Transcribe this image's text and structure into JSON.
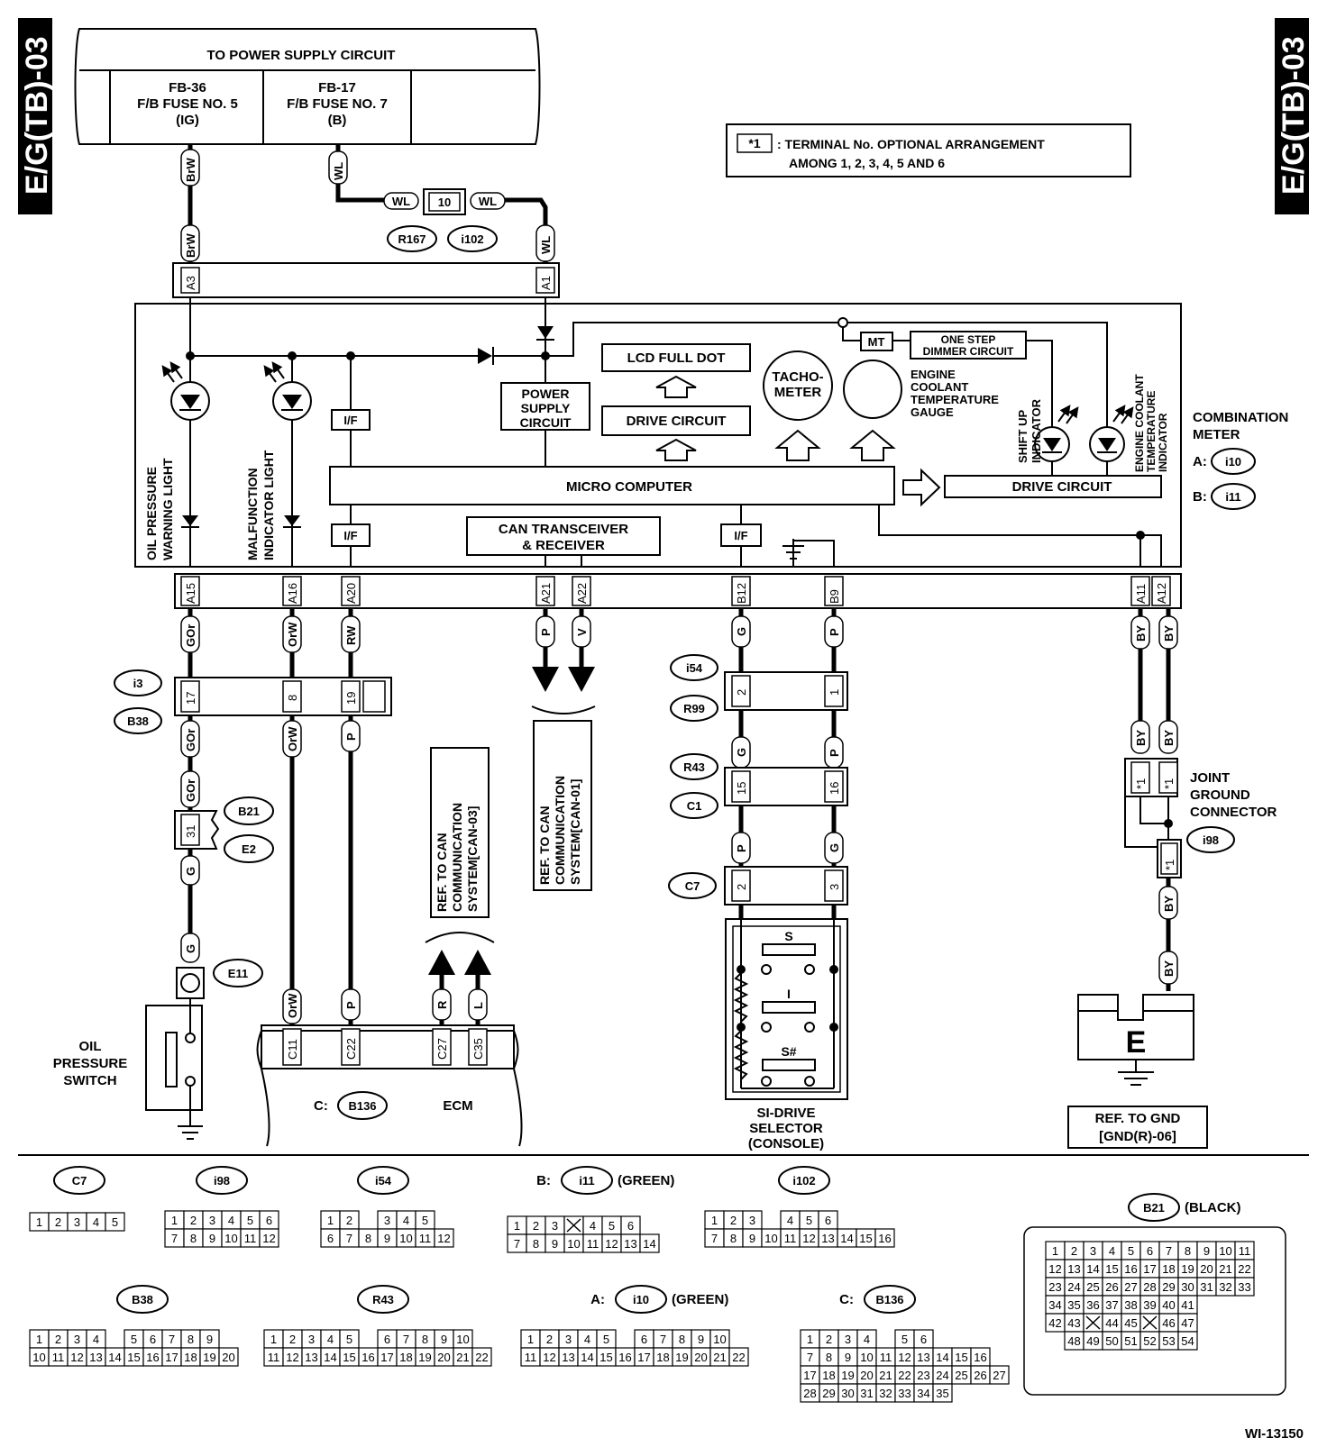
{
  "side_tag": "E/G(TB)-03",
  "figure_id": "WI-13150",
  "power_supply": {
    "title": "TO POWER SUPPLY CIRCUIT",
    "fuse_left": [
      "FB-36",
      "F/B FUSE NO. 5",
      "(IG)"
    ],
    "fuse_right": [
      "FB-17",
      "F/B FUSE NO. 7",
      "(B)"
    ]
  },
  "note": {
    "marker": "*1",
    "line1": ": TERMINAL No. OPTIONAL ARRANGEMENT",
    "line2": "AMONG 1, 2, 3, 4, 5 AND 6"
  },
  "wires": {
    "brw": "BrW",
    "wl": "WL",
    "gor": "GOr",
    "orw": "OrW",
    "rw": "RW",
    "p": "P",
    "v": "V",
    "g": "G",
    "by": "BY",
    "r": "R",
    "l": "L"
  },
  "connectors": {
    "r167": "R167",
    "i102": "i102",
    "pin10": "10",
    "i3": "i3",
    "b38": "B38",
    "b21": "B21",
    "e2": "E2",
    "e11": "E11",
    "i54": "i54",
    "r99": "R99",
    "r43": "R43",
    "c1": "C1",
    "c7": "C7",
    "i98": "i98"
  },
  "terminals": {
    "a3": "A3",
    "a1": "A1",
    "a15": "A15",
    "a16": "A16",
    "a20": "A20",
    "a21": "A21",
    "a22": "A22",
    "b12": "B12",
    "b9": "B9",
    "a11": "A11",
    "a12": "A12",
    "i3_17": "17",
    "i3_8": "8",
    "i3_19": "19",
    "b21_31": "31",
    "i54_2": "2",
    "i54_1": "1",
    "r43_15": "15",
    "r43_16": "16",
    "c7_2": "2",
    "c7_3": "3",
    "c11": "C11",
    "c22": "C22",
    "c27": "C27",
    "c35": "C35",
    "star1": "*1"
  },
  "meter": {
    "lcd": "LCD FULL DOT",
    "drive_circuit": "DRIVE CIRCUIT",
    "psc": [
      "POWER",
      "SUPPLY",
      "CIRCUIT"
    ],
    "tacho": [
      "TACHO-",
      "METER"
    ],
    "gauge": [
      "ENGINE",
      "COOLANT",
      "TEMPERATURE",
      "GAUGE"
    ],
    "mt": "MT",
    "dimmer": [
      "ONE STEP",
      "DIMMER CIRCUIT"
    ],
    "shift_up": [
      "SHIFT UP",
      "INDICATOR"
    ],
    "ect": [
      "ENGINE COOLANT",
      "TEMPERATURE",
      "INDICATOR"
    ],
    "micro": "MICRO COMPUTER",
    "drive_right": "DRIVE CIRCUIT",
    "can": [
      "CAN TRANSCEIVER",
      "& RECEIVER"
    ],
    "if": "I/F",
    "oil_light": [
      "OIL PRESSURE",
      "WARNING LIGHT"
    ],
    "mil": [
      "MALFUNCTION",
      "INDICATOR LIGHT"
    ],
    "combo_title": [
      "COMBINATION",
      "METER"
    ],
    "combo_a": "A:",
    "combo_a_conn": "i10",
    "combo_b": "B:",
    "combo_b_conn": "i11"
  },
  "ref": {
    "can01": [
      "REF. TO CAN",
      "COMMUNICATION",
      "SYSTEM[CAN-01]"
    ],
    "can03": [
      "REF. TO CAN",
      "COMMUNICATION",
      "SYSTEM[CAN-03]"
    ],
    "gnd": [
      "REF. TO GND",
      "[GND(R)-06]"
    ]
  },
  "ecm": {
    "prefix": "C:",
    "conn": "B136",
    "label": "ECM"
  },
  "oil_switch": [
    "OIL",
    "PRESSURE",
    "SWITCH"
  ],
  "joint": [
    "JOINT",
    "GROUND",
    "CONNECTOR"
  ],
  "sidrive": {
    "title": [
      "SI-DRIVE",
      "SELECTOR",
      "(CONSOLE)"
    ],
    "s": "S",
    "i": "I",
    "sharp": "S#"
  },
  "ground_e": "E",
  "legend": {
    "c7": {
      "name": "C7",
      "rows": [
        [
          "1",
          "2",
          "3",
          "4",
          "5"
        ]
      ]
    },
    "i98": {
      "name": "i98",
      "rows": [
        [
          "1",
          "2",
          "3",
          "4",
          "5",
          "6"
        ],
        [
          "7",
          "8",
          "9",
          "10",
          "11",
          "12"
        ]
      ]
    },
    "i54": {
      "name": "i54",
      "rows": [
        [
          "1",
          "2",
          "",
          "3",
          "4",
          "5"
        ],
        [
          "6",
          "7",
          "8",
          "9",
          "10",
          "11",
          "12"
        ]
      ]
    },
    "i11": {
      "prefix": "B:",
      "name": "i11",
      "note": "(GREEN)",
      "rows": [
        [
          "1",
          "2",
          "3",
          "",
          "4",
          "5",
          "6"
        ],
        [
          "7",
          "8",
          "9",
          "10",
          "11",
          "12",
          "13",
          "14"
        ]
      ]
    },
    "i102": {
      "name": "i102",
      "rows": [
        [
          "1",
          "2",
          "3",
          "",
          "4",
          "5",
          "6"
        ],
        [
          "7",
          "8",
          "9",
          "10",
          "11",
          "12",
          "13",
          "14",
          "15",
          "16"
        ]
      ]
    },
    "b21": {
      "name": "B21",
      "note": "(BLACK)",
      "rows": [
        [
          "1",
          "2",
          "3",
          "4",
          "5",
          "6",
          "7",
          "8",
          "9",
          "10",
          "11"
        ],
        [
          "12",
          "13",
          "14",
          "15",
          "16",
          "17",
          "18",
          "19",
          "20",
          "21",
          "22"
        ],
        [
          "23",
          "24",
          "25",
          "26",
          "27",
          "28",
          "29",
          "30",
          "31",
          "32",
          "33"
        ],
        [
          "34",
          "35",
          "36",
          "37",
          "38",
          "39",
          "40",
          "41"
        ],
        [
          "42",
          "43",
          "",
          "44",
          "45",
          "",
          "46",
          "47"
        ],
        [
          "48",
          "49",
          "50",
          "51",
          "52",
          "53",
          "54"
        ]
      ]
    },
    "b38": {
      "name": "B38",
      "rows": [
        [
          "1",
          "2",
          "3",
          "4",
          "",
          "5",
          "6",
          "7",
          "8",
          "9"
        ],
        [
          "10",
          "11",
          "12",
          "13",
          "14",
          "15",
          "16",
          "17",
          "18",
          "19",
          "20"
        ]
      ]
    },
    "r43": {
      "name": "R43",
      "rows": [
        [
          "1",
          "2",
          "3",
          "4",
          "5",
          "",
          "6",
          "7",
          "8",
          "9",
          "10"
        ],
        [
          "11",
          "12",
          "13",
          "14",
          "15",
          "16",
          "17",
          "18",
          "19",
          "20",
          "21",
          "22"
        ]
      ]
    },
    "i10": {
      "prefix": "A:",
      "name": "i10",
      "note": "(GREEN)",
      "rows": [
        [
          "1",
          "2",
          "3",
          "4",
          "5",
          "",
          "6",
          "7",
          "8",
          "9",
          "10"
        ],
        [
          "11",
          "12",
          "13",
          "14",
          "15",
          "16",
          "17",
          "18",
          "19",
          "20",
          "21",
          "22"
        ]
      ]
    },
    "b136": {
      "prefix": "C:",
      "name": "B136",
      "rows": [
        [
          "1",
          "2",
          "3",
          "4",
          "",
          "5",
          "6"
        ],
        [
          "7",
          "8",
          "9",
          "10",
          "11",
          "12",
          "13",
          "14",
          "15",
          "16"
        ],
        [
          "17",
          "18",
          "19",
          "20",
          "21",
          "22",
          "23",
          "24",
          "25",
          "26",
          "27"
        ],
        [
          "28",
          "29",
          "30",
          "31",
          "32",
          "33",
          "34",
          "35"
        ]
      ]
    }
  }
}
